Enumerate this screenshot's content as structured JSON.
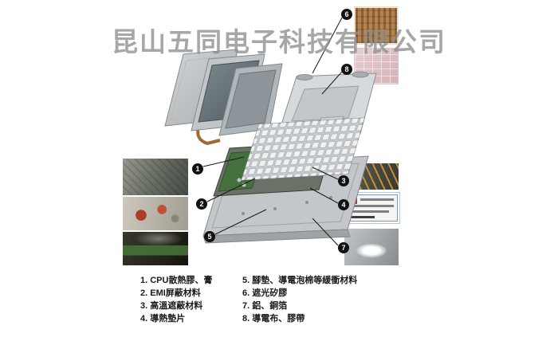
{
  "watermark": "昆山五同电子科技有限公司",
  "callouts": {
    "c1": "1",
    "c2": "2",
    "c3": "3",
    "c4": "4",
    "c5": "5",
    "c6": "6",
    "c7": "7",
    "c8": "8"
  },
  "legend": {
    "items_left": [
      "1. CPU散熱膠、膏",
      "2. EMI屏蔽材料",
      "3. 高溫遮蔽材料",
      "4. 導熱墊片"
    ],
    "items_right": [
      "5. 腳墊、導電泡棉等緩衝材料",
      "6. 遮光矽膠",
      "7. 鋁、銅箔",
      "8. 導電布、膠帶"
    ]
  },
  "colors": {
    "callout_background": "#111111",
    "callout_text": "#ffffff",
    "leader_line": "#1a1a1a",
    "watermark_gray": "#8f8f8f"
  }
}
